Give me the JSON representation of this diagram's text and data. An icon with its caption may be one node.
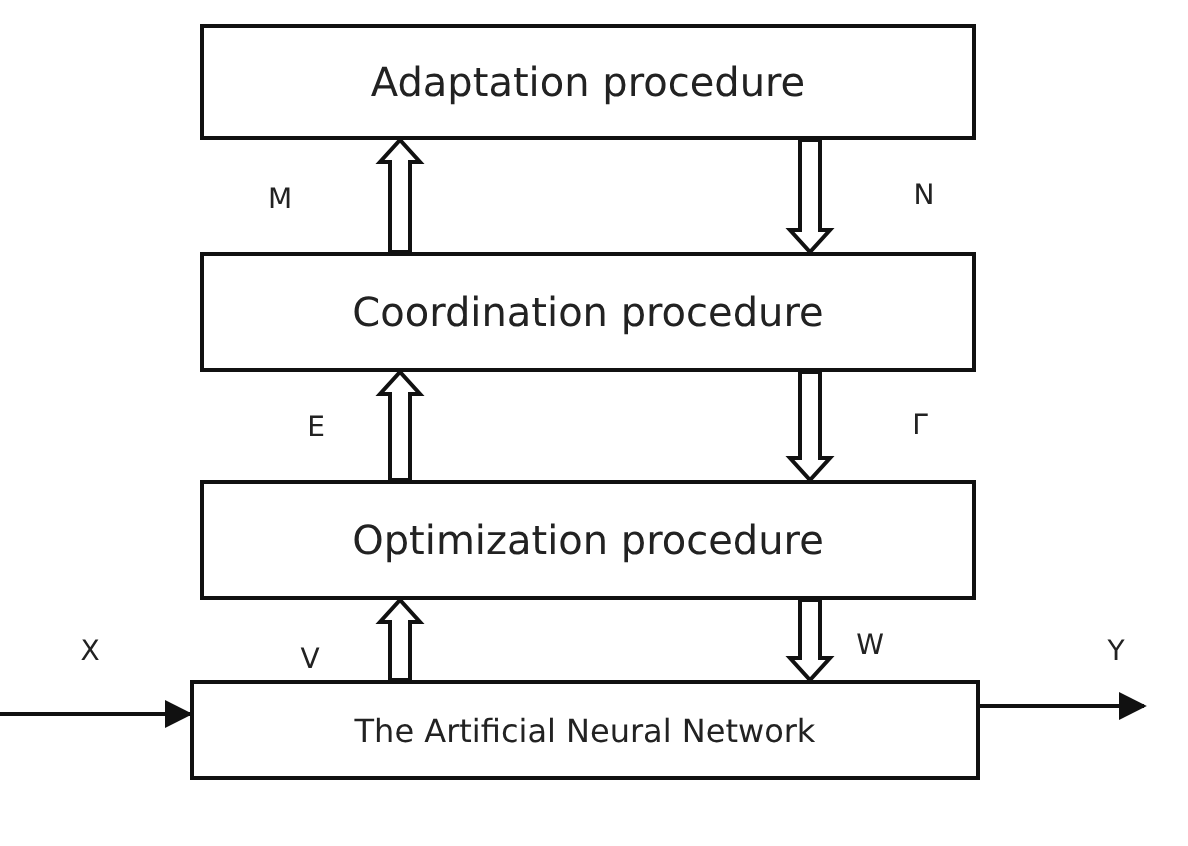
{
  "diagram": {
    "nodes": [
      {
        "text": [
          "Adaptation procedure"
        ]
      },
      {
        "text": [
          "Coordination procedure"
        ]
      },
      {
        "text": [
          "Optimization procedure"
        ]
      },
      {
        "text": [
          "The Artificial Neural Network"
        ]
      }
    ],
    "edges": [
      {
        "from": 1,
        "to": 0,
        "arrow": "to",
        "label": "M",
        "style": "thick"
      },
      {
        "from": 0,
        "to": 1,
        "arrow": "to",
        "label": "N",
        "style": "thick"
      },
      {
        "from": 2,
        "to": 1,
        "arrow": "to",
        "label": "E",
        "style": "thick"
      },
      {
        "from": 1,
        "to": 2,
        "arrow": "to",
        "label": "Γ",
        "style": "thick"
      },
      {
        "from": 3,
        "to": 2,
        "arrow": "to",
        "label": "V",
        "style": "thick"
      },
      {
        "from": 2,
        "to": 3,
        "arrow": "to",
        "label": "W",
        "style": "thick"
      },
      {
        "from": null,
        "to": 3,
        "arrow": "to",
        "label": "X"
      },
      {
        "from": 3,
        "to": null,
        "arrow": "to",
        "label": "Y"
      }
    ]
  }
}
